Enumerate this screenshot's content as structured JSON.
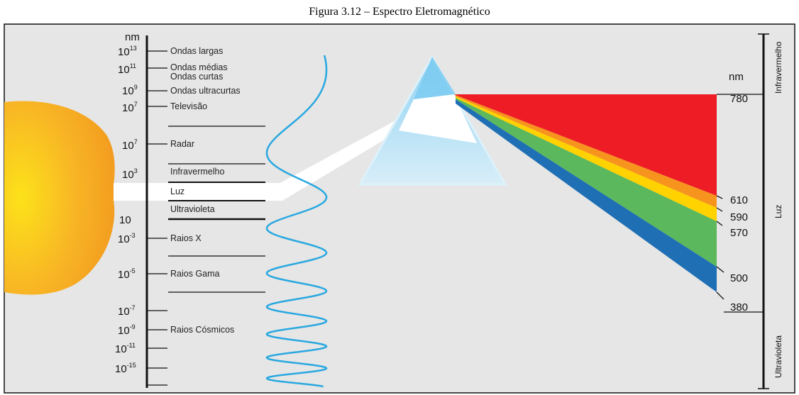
{
  "caption": "Figura 3.12 – Espectro Eletromagnético",
  "scale_units_label": "nm",
  "scale_ticks": [
    {
      "base": "10",
      "exp": "13",
      "label": "Ondas largas"
    },
    {
      "base": "10",
      "exp": "11",
      "label": "Ondas médias"
    },
    {
      "base": "",
      "exp": "",
      "label": "Ondas curtas"
    },
    {
      "base": "10",
      "exp": "9",
      "label": "Ondas ultracurtas"
    },
    {
      "base": "10",
      "exp": "7",
      "label": "Televisão"
    },
    {
      "base": "10",
      "exp": "7",
      "label": "Radar"
    },
    {
      "base": "10",
      "exp": "3",
      "label": "Infravermelho"
    },
    {
      "base": "",
      "exp": "",
      "label": "Luz"
    },
    {
      "base": "10",
      "exp": "",
      "label": "Ultravioleta"
    },
    {
      "base": "10",
      "exp": "-3",
      "label": "Raios X"
    },
    {
      "base": "10",
      "exp": "-5",
      "label": "Raios Gama"
    },
    {
      "base": "10",
      "exp": "-7",
      "label": ""
    },
    {
      "base": "10",
      "exp": "-9",
      "label": "Raios Cósmicos"
    },
    {
      "base": "10",
      "exp": "-11",
      "label": ""
    },
    {
      "base": "10",
      "exp": "-15",
      "label": ""
    }
  ],
  "visible_scale_units_label": "nm",
  "visible_wavelengths": [
    "780",
    "610",
    "590",
    "570",
    "500",
    "380"
  ],
  "right_axis_regions": [
    "Infravermelho",
    "Luz",
    "Ultravioleta"
  ],
  "colors": {
    "sun": "#F6A623",
    "wave": "#29A8E0",
    "red": "#EE1C25",
    "orange": "#F7941D",
    "yellow": "#FFD200",
    "green": "#5CB85C",
    "blue": "#1F6FB5",
    "prism": "#BDE3F5",
    "background": "#E6E6E6"
  }
}
